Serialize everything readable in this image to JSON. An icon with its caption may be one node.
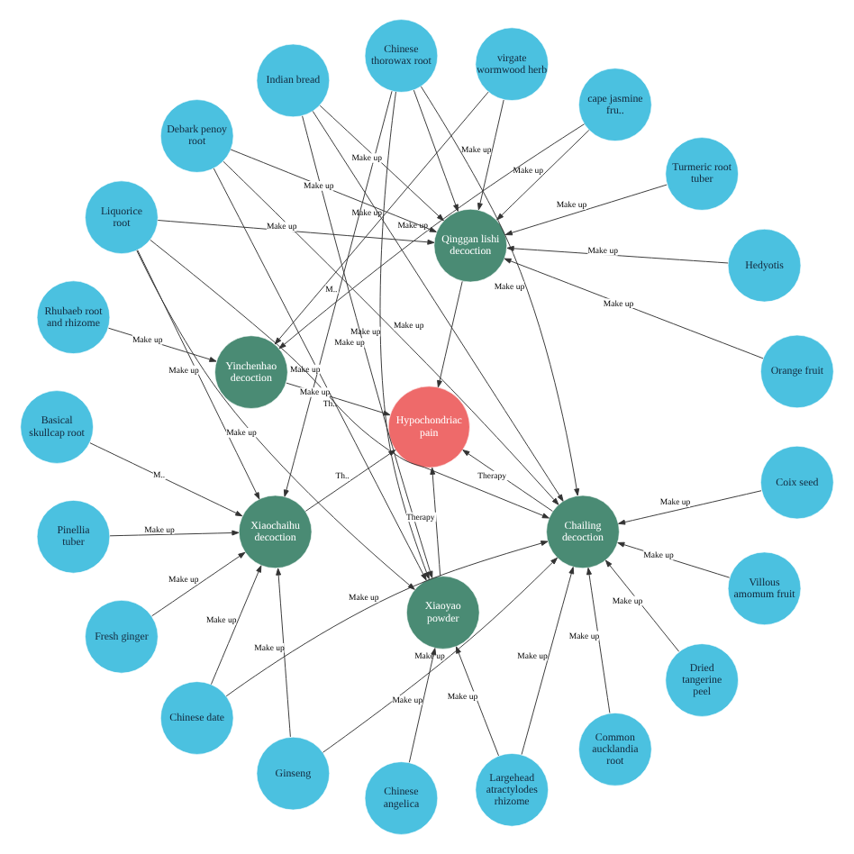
{
  "diagram": {
    "nodes": [
      {
        "text": [
          "Orange fruit"
        ]
      },
      {
        "text": [
          "Hedyotis"
        ]
      },
      {
        "text": [
          "Turmeric root tuber"
        ]
      },
      {
        "text": [
          "cape jasmine fru.."
        ]
      },
      {
        "text": [
          "virgate wormwood herb"
        ]
      },
      {
        "text": [
          "Basical skullcap root"
        ]
      },
      {
        "text": [
          "Pinellia tuber"
        ]
      },
      {
        "text": [
          "Rhubaeb root and rhizome"
        ]
      },
      {
        "text": [
          "Qinggan lishi decoction"
        ]
      },
      {
        "text": [
          "Fresh ginger"
        ]
      },
      {
        "text": [
          "Yinchenhao decoction"
        ]
      },
      {
        "text": [
          "Xiaochaihu decoction"
        ]
      },
      {
        "text": [
          "Chinese thorowax root"
        ]
      },
      {
        "text": [
          "Hypochondriac pain"
        ]
      },
      {
        "text": [
          "Chinese date"
        ]
      },
      {
        "text": [
          "Indian bread"
        ]
      },
      {
        "text": [
          "Xiaoyao powder"
        ]
      },
      {
        "text": [
          "Chailing decoction"
        ]
      },
      {
        "text": [
          "Ginseng"
        ]
      },
      {
        "text": [
          "Debark penoy root"
        ]
      },
      {
        "text": [
          "Liquorice root"
        ]
      },
      {
        "text": [
          "Chinese angelica"
        ]
      },
      {
        "text": [
          "Largehead atractylodes rhizome"
        ]
      },
      {
        "text": [
          "Common aucklandia root"
        ]
      },
      {
        "text": [
          "Dried tangerine peel"
        ]
      },
      {
        "text": [
          "Villous amomum fruit"
        ]
      },
      {
        "text": [
          "Coix seed"
        ]
      }
    ],
    "edges": [
      {
        "from": 12,
        "to": 16,
        "arrow": "to",
        "label": "Make up"
      },
      {
        "from": 15,
        "to": 16,
        "arrow": "to",
        "label": "Make up"
      },
      {
        "from": 19,
        "to": 16,
        "arrow": "to",
        "label": "Make up"
      },
      {
        "from": 21,
        "to": 16,
        "arrow": "to",
        "label": "Make up"
      },
      {
        "from": 22,
        "to": 16,
        "arrow": "to",
        "label": "Make up"
      },
      {
        "from": 20,
        "to": 16,
        "arrow": "to",
        "label": "Make up"
      },
      {
        "from": 23,
        "to": 17,
        "arrow": "to",
        "label": "Make up"
      },
      {
        "from": 24,
        "to": 17,
        "arrow": "to",
        "label": "Make up"
      },
      {
        "from": 26,
        "to": 17,
        "arrow": "to",
        "label": "Make up"
      },
      {
        "from": 25,
        "to": 17,
        "arrow": "to",
        "label": "Make up"
      },
      {
        "from": 18,
        "to": 17,
        "arrow": "to",
        "label": "Make up"
      },
      {
        "from": 14,
        "to": 17,
        "arrow": "to",
        "label": "Make up"
      },
      {
        "from": 12,
        "to": 17,
        "arrow": "to",
        "label": "Make up"
      },
      {
        "from": 15,
        "to": 17,
        "arrow": "to"
      },
      {
        "from": 19,
        "to": 17,
        "arrow": "to",
        "label": "Make up"
      },
      {
        "from": 22,
        "to": 17,
        "arrow": "to",
        "label": "Make up"
      },
      {
        "from": 20,
        "to": 17,
        "arrow": "to",
        "label": "Make up"
      },
      {
        "from": 9,
        "to": 11,
        "arrow": "to",
        "label": "Make up"
      },
      {
        "from": 6,
        "to": 11,
        "arrow": "to",
        "label": "Make up"
      },
      {
        "from": 5,
        "to": 11,
        "arrow": "to",
        "label": "M.."
      },
      {
        "from": 14,
        "to": 11,
        "arrow": "to",
        "label": "Make up"
      },
      {
        "from": 18,
        "to": 11,
        "arrow": "to",
        "label": "Make up"
      },
      {
        "from": 20,
        "to": 11,
        "arrow": "to",
        "label": "Make up"
      },
      {
        "from": 12,
        "to": 11,
        "arrow": "to",
        "label": "M.."
      },
      {
        "from": 2,
        "to": 8,
        "arrow": "to",
        "label": "Make up"
      },
      {
        "from": 1,
        "to": 8,
        "arrow": "to",
        "label": "Make up"
      },
      {
        "from": 0,
        "to": 8,
        "arrow": "to",
        "label": "Make up"
      },
      {
        "from": 3,
        "to": 8,
        "arrow": "to",
        "label": "Make up"
      },
      {
        "from": 4,
        "to": 8,
        "arrow": "to",
        "label": "Make up"
      },
      {
        "from": 12,
        "to": 8,
        "arrow": "to"
      },
      {
        "from": 15,
        "to": 8,
        "arrow": "to",
        "label": "Make up"
      },
      {
        "from": 19,
        "to": 8,
        "arrow": "to",
        "label": "Make up"
      },
      {
        "from": 20,
        "to": 8,
        "arrow": "to",
        "label": "Make up"
      },
      {
        "from": 3,
        "to": 10,
        "arrow": "to",
        "label": "Make up"
      },
      {
        "from": 4,
        "to": 10,
        "arrow": "to",
        "label": "Make up"
      },
      {
        "from": 7,
        "to": 10,
        "arrow": "to",
        "label": "Make up"
      },
      {
        "from": 16,
        "to": 13,
        "arrow": "to",
        "label": "Therapy"
      },
      {
        "from": 17,
        "to": 13,
        "arrow": "to",
        "label": "Therapy"
      },
      {
        "from": 11,
        "to": 13,
        "arrow": "to",
        "label": "Th.."
      },
      {
        "from": 8,
        "to": 13,
        "arrow": "to"
      },
      {
        "from": 10,
        "to": 13,
        "arrow": "to",
        "label": "Th.."
      }
    ]
  }
}
